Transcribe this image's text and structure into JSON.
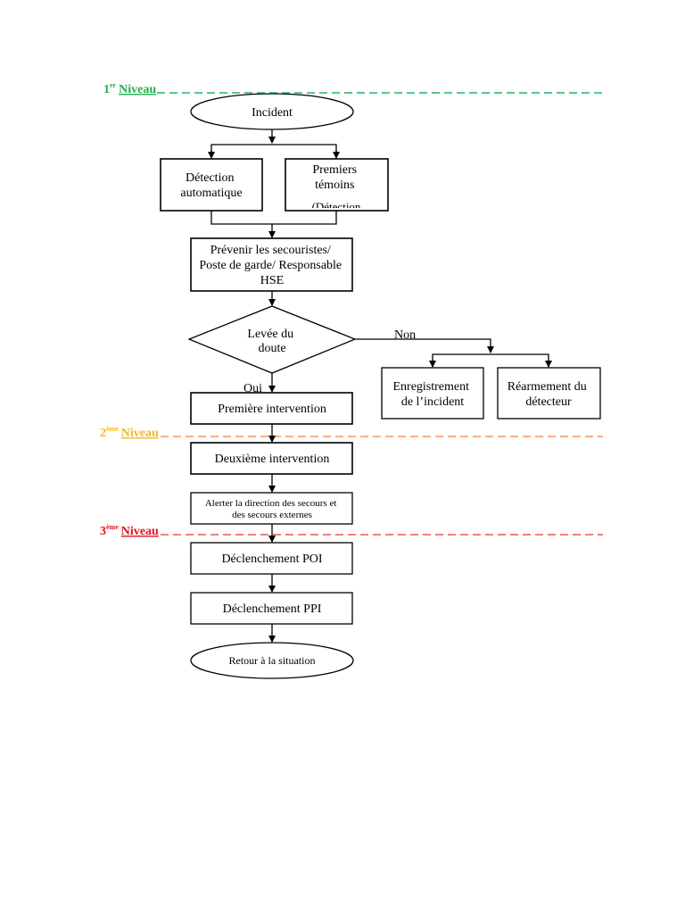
{
  "levels": [
    {
      "num": "1",
      "sup": "er",
      "word": "Niveau",
      "color": "#22b050",
      "line_color": "#55c98a"
    },
    {
      "num": "2",
      "sup": "ème",
      "word": "Niveau",
      "color": "#f2b81e",
      "line_color": "#f4b183"
    },
    {
      "num": "3",
      "sup": "ème",
      "word": "Niveau",
      "color": "#e0151a",
      "line_color": "#f08080"
    }
  ],
  "nodes": {
    "incident": "Incident",
    "detection_auto": [
      "Détection",
      "automatique"
    ],
    "premiers_temoins": [
      "Premiers",
      "témoins",
      "(Détection"
    ],
    "prevenir": [
      "Prévenir les secouristes/",
      "Poste de garde/ Responsable",
      "HSE"
    ],
    "levee_doute": [
      "Levée du",
      "doute"
    ],
    "enregistrement": [
      "Enregistrement",
      "de l’incident"
    ],
    "rearmement": [
      "Réarmement du",
      "détecteur"
    ],
    "premiere_intervention": "Première intervention",
    "deuxieme_intervention": "Deuxième intervention",
    "alerter": [
      "Alerter la direction des secours et",
      "des secours externes"
    ],
    "poi": "Déclenchement POI",
    "ppi": "Déclenchement PPI",
    "retour": "Retour à la situation"
  },
  "edge_labels": {
    "non": "Non",
    "oui": "Oui"
  }
}
